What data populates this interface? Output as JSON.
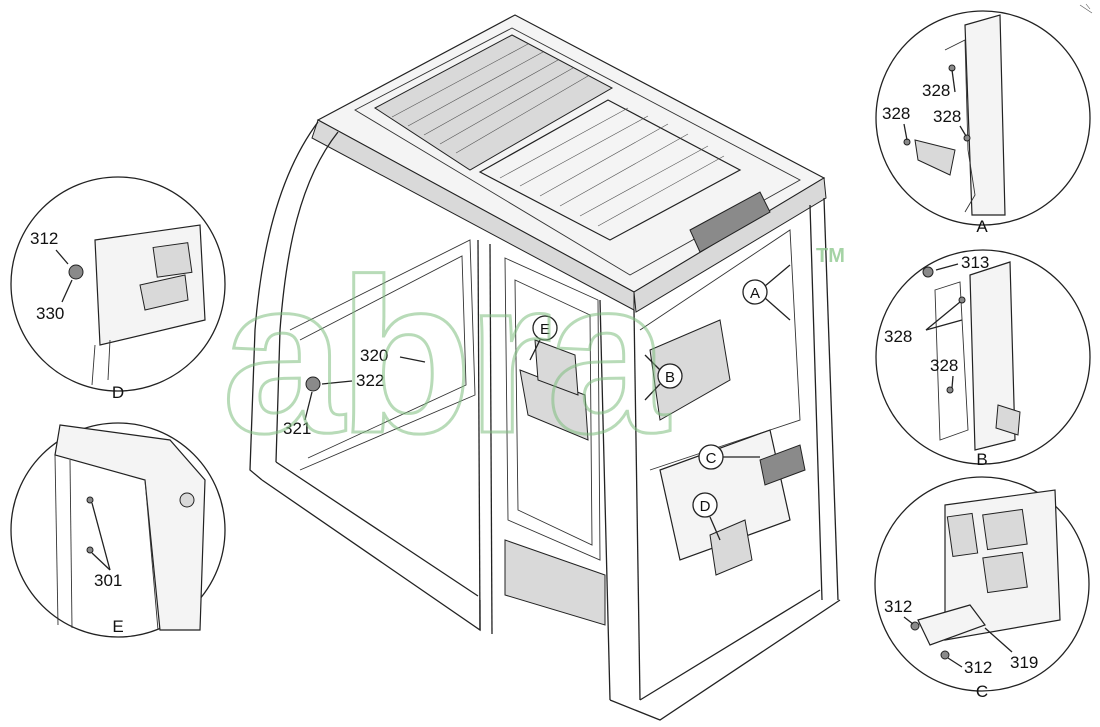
{
  "watermark": {
    "text": "abra",
    "tm": "TM"
  },
  "main": {
    "callouts": {
      "a": "A",
      "b": "B",
      "c": "C",
      "d": "D",
      "e": "E"
    },
    "parts": {
      "p320": "320",
      "p322": "322",
      "p321": "321"
    }
  },
  "views": {
    "a": {
      "name": "A",
      "labels": {
        "l1": "328",
        "l2": "328",
        "l3": "328"
      }
    },
    "b": {
      "name": "B",
      "labels": {
        "l1": "313",
        "l2": "328",
        "l3": "328"
      }
    },
    "c": {
      "name": "C",
      "labels": {
        "l1": "312",
        "l2": "312",
        "l3": "319"
      }
    },
    "d": {
      "name": "D",
      "labels": {
        "l1": "312",
        "l2": "330"
      }
    },
    "e": {
      "name": "E",
      "labels": {
        "l1": "301"
      }
    }
  },
  "colors": {
    "watermark": "#7fbf7f",
    "line": "#222222"
  }
}
